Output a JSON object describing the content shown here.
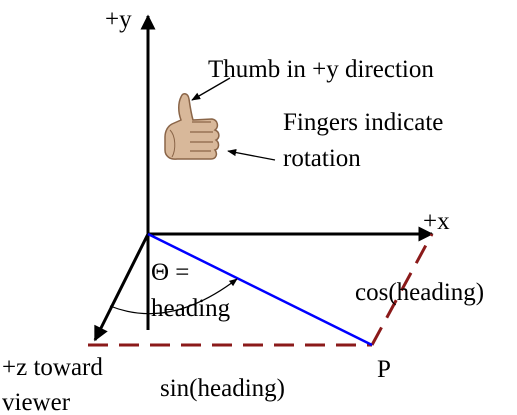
{
  "labels": {
    "plus_y": "+y",
    "plus_x": "+x",
    "plus_z_line1": "+z toward",
    "plus_z_line2": "viewer",
    "thumb": "Thumb in +y direction",
    "fingers_line1": "Fingers indicate",
    "fingers_line2": "rotation",
    "theta_line1": "Θ =",
    "theta_line2": "heading",
    "cos": "cos(heading)",
    "sin": "sin(heading)",
    "point": "P"
  },
  "colors": {
    "axis": "#000000",
    "heading_vector": "#0000ff",
    "projection": "#8b1a1a",
    "hand_skin": "#d8b89a",
    "hand_shadow": "#8a6548"
  },
  "icons": {
    "hand": "thumbs-up-hand-icon"
  }
}
